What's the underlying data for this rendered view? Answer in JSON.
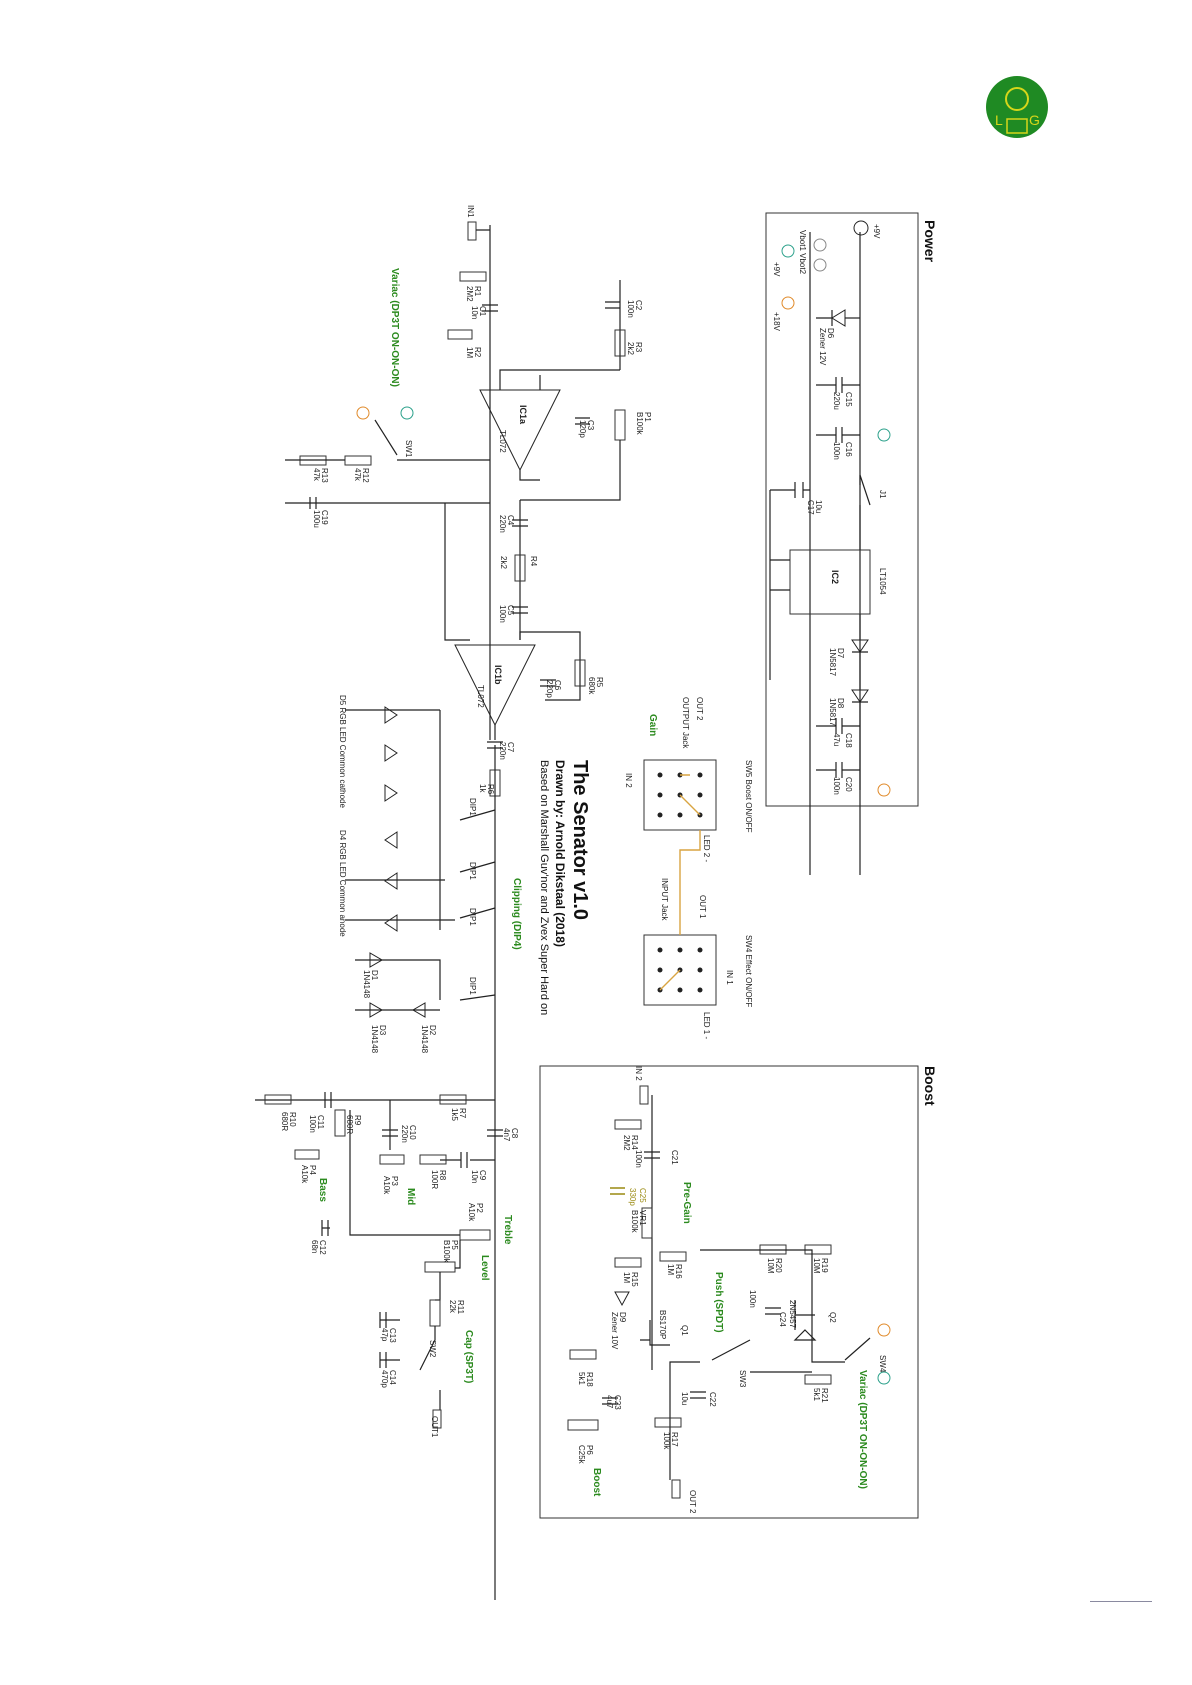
{
  "title": "The Senator v1.0",
  "author_line": "Drawn by: Arnold Dikstaal (2018)",
  "based_on": "Based on Marshall Guv'nor and Zvex Super Hard on",
  "logo": {
    "letters": [
      "L",
      "G"
    ],
    "color": "#1f8a23",
    "ring": "#d6d61a"
  },
  "sections": {
    "power": "Power",
    "boost": "Boost"
  },
  "green_labels": {
    "variac_main": "Variac (DP3T ON-ON-ON)",
    "variac_boost": "Variac (DP3T ON-ON-ON)",
    "clipping": "Clipping (DIP4)",
    "treble": "Treble",
    "mid": "Mid",
    "bass": "Bass",
    "level": "Level",
    "cap": "Cap (SP3T)",
    "gain": "Gain",
    "pre_gain": "Pre-Gain",
    "push": "Push (SPDT)",
    "boost": "Boost"
  },
  "power": {
    "dc": "+9V",
    "vbot": "Vbot1 Vbot2",
    "va_legend": "+9V",
    "vb_legend": "+18V",
    "d6": [
      "D6",
      "Zener 12V"
    ],
    "c15": [
      "C15",
      "220u"
    ],
    "c16": [
      "C16",
      "100n"
    ],
    "j1": "J1",
    "c17": [
      "C17",
      "10u"
    ],
    "ic2": [
      "IC2",
      "LT1054"
    ],
    "d7": [
      "D7",
      "1N5817"
    ],
    "d8": [
      "D8",
      "1N5817"
    ],
    "c18": [
      "C18",
      "47u"
    ],
    "c20": [
      "C20",
      "100n"
    ]
  },
  "switches": {
    "sw5": "SW5 Boost ON/OFF",
    "sw4": "SW4 Effect ON/OFF",
    "out2": "OUT 2",
    "output_jack": "OUTPUT Jack",
    "in2": "IN 2",
    "led2": "LED 2 -",
    "out1": "OUT 1",
    "input_jack": "INPUT Jack",
    "in1": "IN 1",
    "led1": "LED 1 -"
  },
  "main": {
    "in1": "IN1",
    "r1": [
      "R1",
      "2M2"
    ],
    "c1": [
      "C1",
      "10n"
    ],
    "r2": [
      "R2",
      "1M"
    ],
    "c2": [
      "C2",
      "100n"
    ],
    "r3": [
      "R3",
      "2k2"
    ],
    "ic1a": [
      "IC1a",
      "TL072"
    ],
    "c3": [
      "C3",
      "120p"
    ],
    "p1": [
      "P1",
      "B100k"
    ],
    "sw1": "SW1",
    "r12": [
      "R12",
      "47k"
    ],
    "r13": [
      "R13",
      "47k"
    ],
    "c19": [
      "C19",
      "100u"
    ],
    "c4": [
      "C4",
      "220n"
    ],
    "r4": [
      "R4",
      "2k2"
    ],
    "c5": [
      "C5",
      "100n"
    ],
    "ic1b": [
      "IC1b",
      "TL072"
    ],
    "c6": [
      "C6",
      "220p"
    ],
    "r5": [
      "R5",
      "680k"
    ],
    "c7": [
      "C7",
      "220n"
    ],
    "r6": [
      "R6",
      "1k"
    ],
    "dip": "DIP1",
    "d5": "D5 RGB LED Common cathode",
    "d4": "D4 RGB LED Common anode",
    "d1": [
      "D1",
      "1N4148"
    ],
    "d2": [
      "D2",
      "1N4148"
    ],
    "d3": [
      "D3",
      "1N4148"
    ],
    "c8": [
      "C8",
      "4n7"
    ],
    "r7": [
      "R7",
      "1k5"
    ],
    "c9": [
      "C9",
      "10n"
    ],
    "r8": [
      "R8",
      "100R"
    ],
    "c10": [
      "C10",
      "220n"
    ],
    "r9": [
      "R9",
      "680R"
    ],
    "c11": [
      "C11",
      "100n"
    ],
    "r10": [
      "R10",
      "680R"
    ],
    "p2": [
      "P2",
      "A10k"
    ],
    "p3": [
      "P3",
      "A10k"
    ],
    "p4": [
      "P4",
      "A10k"
    ],
    "c12": [
      "C12",
      "68n"
    ],
    "p5": [
      "P5",
      "B100k"
    ],
    "r11": [
      "R11",
      "22k"
    ],
    "c13": [
      "C13",
      "47p"
    ],
    "c14": [
      "C14",
      "470p"
    ],
    "sw2": "SW2",
    "out1": "OUT1"
  },
  "boost": {
    "in2": "IN 2",
    "r14": [
      "R14",
      "2M2"
    ],
    "c21": [
      "C21",
      "100n"
    ],
    "c25": [
      "C25",
      "330p"
    ],
    "vr1": [
      "VR1",
      "B100k"
    ],
    "r15": [
      "R15",
      "1M"
    ],
    "r16": [
      "R16",
      "1M"
    ],
    "d9": [
      "D9",
      "Zener 10V"
    ],
    "q1": [
      "Q1",
      "BS170P"
    ],
    "r18": [
      "R18",
      "5k1"
    ],
    "c23": [
      "C23",
      "4u7"
    ],
    "p6": [
      "P6",
      "C25k"
    ],
    "r20": [
      "R20",
      "10M"
    ],
    "r19": [
      "R19",
      "10M"
    ],
    "c24": [
      "C24",
      "100n"
    ],
    "q2": [
      "Q2",
      "2N5457"
    ],
    "sw3": "SW3",
    "c22": [
      "C22",
      "10u"
    ],
    "r17": [
      "R17",
      "100k"
    ],
    "out2": "OUT 2",
    "r21": [
      "R21",
      "5k1"
    ],
    "sw4": "SW4"
  }
}
